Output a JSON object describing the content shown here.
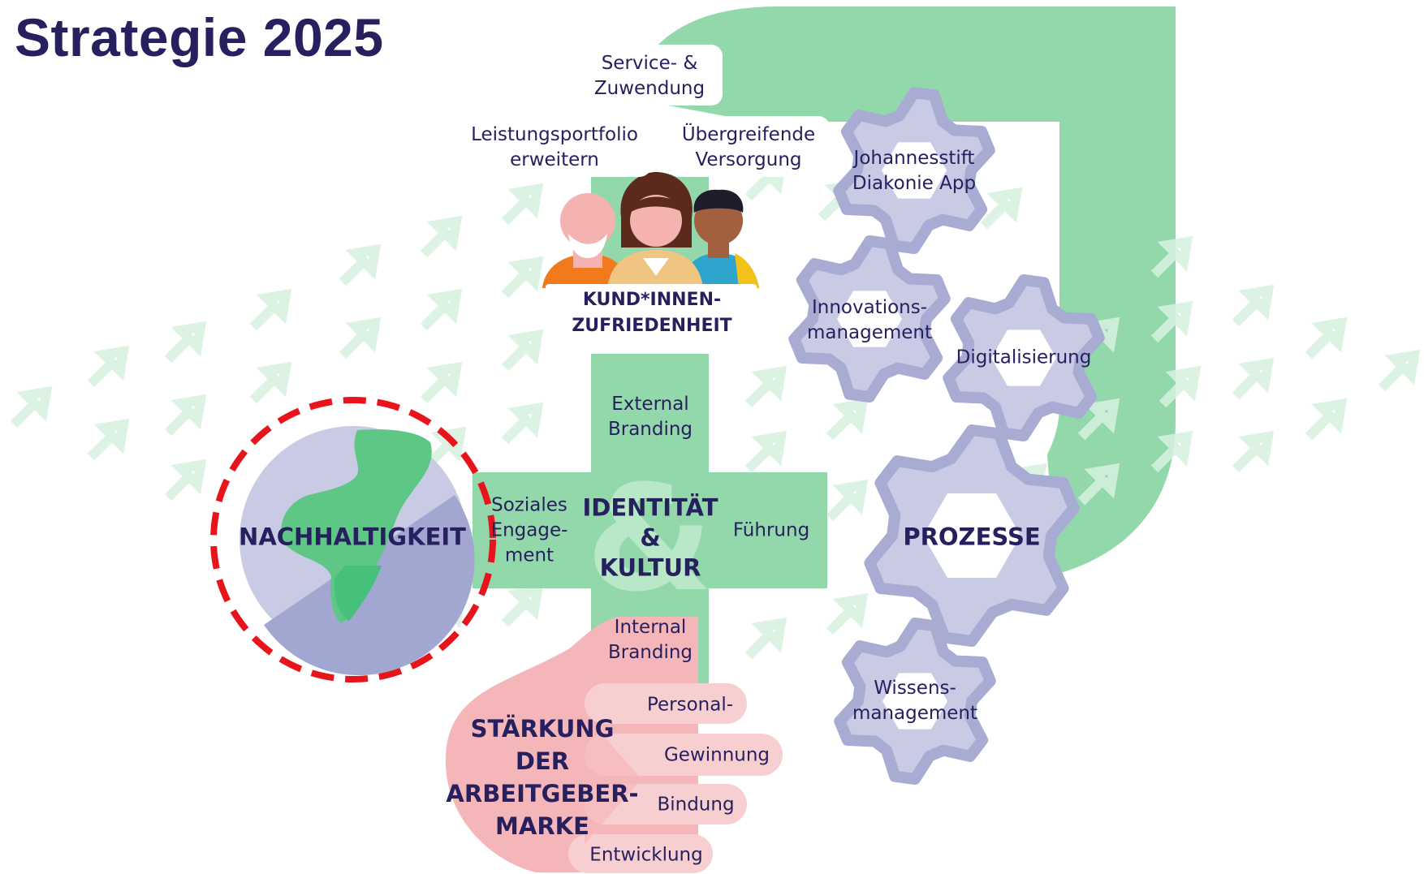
{
  "title": "Strategie 2025",
  "colors": {
    "navy": "#26215e",
    "green": "#93d8aa",
    "green_dark": "#46c07a",
    "lavender": "#c9cbe4",
    "lavender_stroke": "#a8acd3",
    "pink": "#f5b6b9",
    "pink_light": "#f8cfd1",
    "red_dashed": "#e8141c"
  },
  "customer": {
    "top": [
      "Service- &",
      "Zuwendung"
    ],
    "left": [
      "Leistungsportfolio",
      "erweitern"
    ],
    "right": [
      "Übergreifende",
      "Versorgung"
    ],
    "heading": [
      "KUND*INNEN-",
      "ZUFRIEDENHEIT"
    ],
    "icon": "people-group-icon"
  },
  "cross": {
    "top": [
      "External",
      "Branding"
    ],
    "left": [
      "Soziales",
      "Engage-",
      "ment"
    ],
    "right": "Führung",
    "bottom": [
      "Internal",
      "Branding"
    ],
    "center": [
      "IDENTITÄT",
      "&",
      "KULTUR"
    ],
    "watermark": "&"
  },
  "sustainability": {
    "label": "NACHHALTIGKEIT",
    "icon": "globe-icon"
  },
  "gears": {
    "app": [
      "Johannesstift",
      "Diakonie App"
    ],
    "innovation": [
      "Innovations-",
      "management"
    ],
    "digital": "Digitalisierung",
    "process": "PROZESSE",
    "knowledge": [
      "Wissens-",
      "management"
    ],
    "icon": "gear-icon"
  },
  "employer": {
    "heading": [
      "STÄRKUNG",
      "DER",
      "ARBEITGEBER-",
      "MARKE"
    ],
    "fingers": [
      "Personal-",
      "Gewinnung",
      "Bindung",
      "Entwicklung"
    ],
    "icon": "hand-icon"
  }
}
